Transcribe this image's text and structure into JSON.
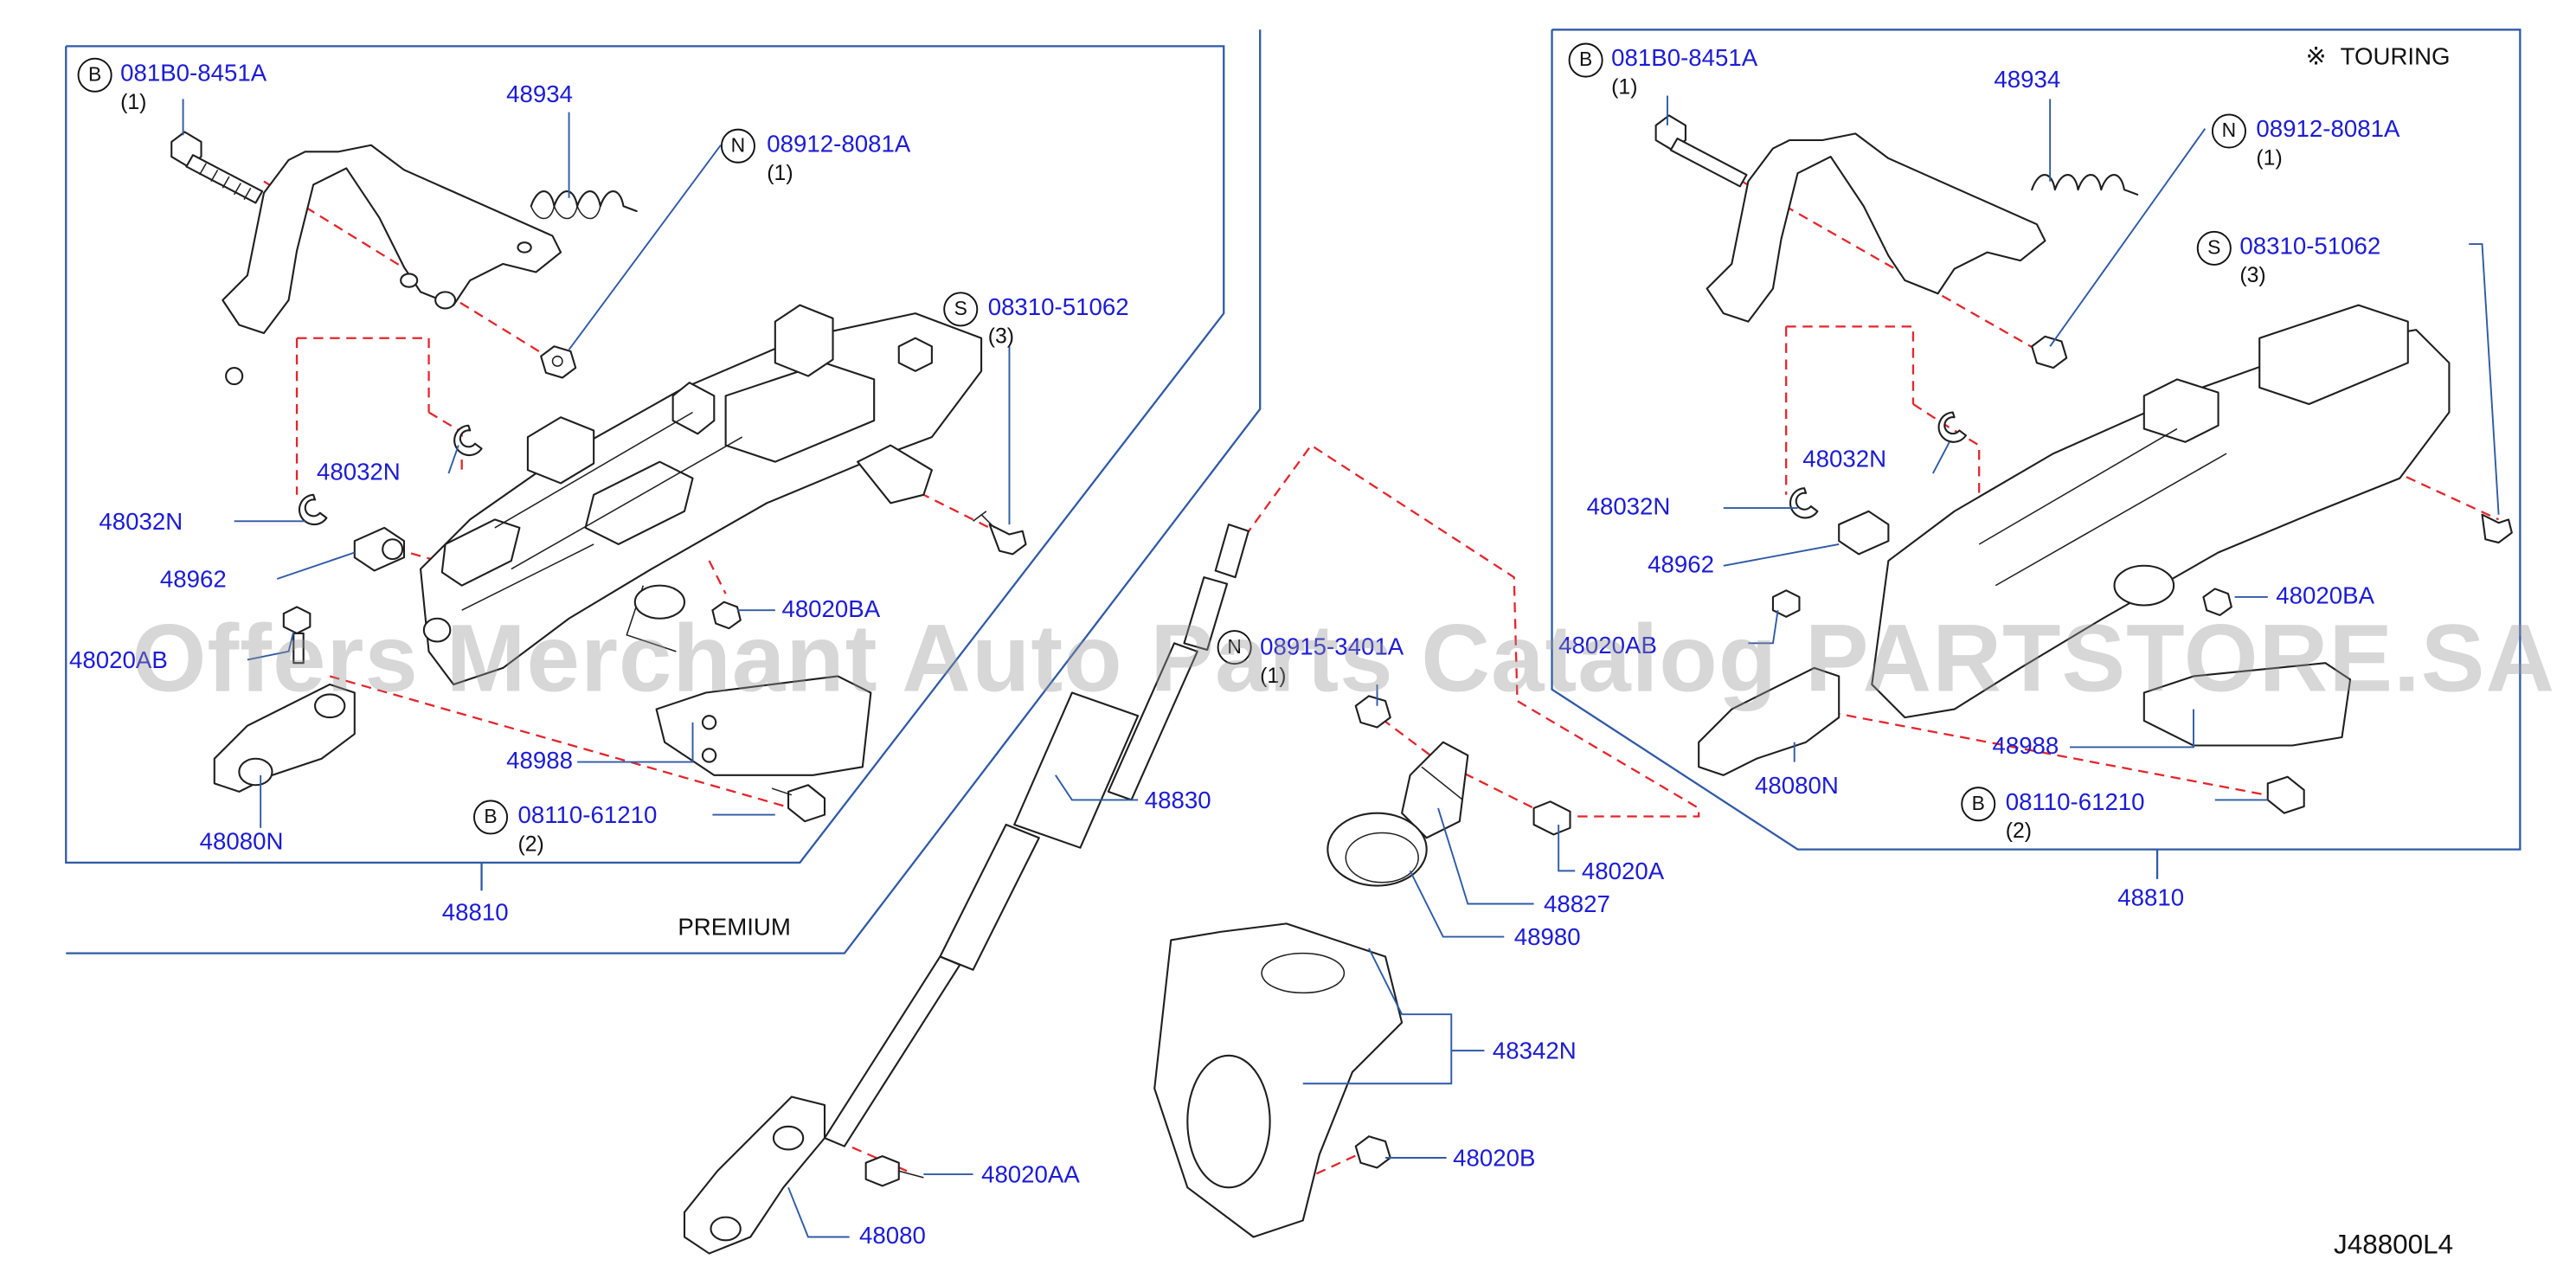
{
  "watermark": "Offers Merchant Auto Parts Catalog PARTSTORE.SA",
  "diagram_code": "J48800L4",
  "premium_panel": {
    "label": "PREMIUM",
    "assembly": "48810",
    "bolt_b": {
      "symbol": "B",
      "part": "081B0-8451A",
      "qty": "(1)"
    },
    "spring": "48934",
    "nut_n": {
      "symbol": "N",
      "part": "08912-8081A",
      "qty": "(1)"
    },
    "screw_s": {
      "symbol": "S",
      "part": "08310-51062",
      "qty": "(3)"
    },
    "clip_upper": "48032N",
    "clip_lower": "48032N",
    "spacer": "48962",
    "bolt_ab": "48020AB",
    "bolt_ba": "48020BA",
    "joint": "48080N",
    "bracket": "48988",
    "bolt_b2": {
      "symbol": "B",
      "part": "08110-61210",
      "qty": "(2)"
    }
  },
  "touring_panel": {
    "label": "TOURING",
    "label_symbol": "※",
    "assembly": "48810",
    "bolt_b": {
      "symbol": "B",
      "part": "081B0-8451A",
      "qty": "(1)"
    },
    "spring": "48934",
    "nut_n": {
      "symbol": "N",
      "part": "08912-8081A",
      "qty": "(1)"
    },
    "screw_s": {
      "symbol": "S",
      "part": "08310-51062",
      "qty": "(3)"
    },
    "clip_upper": "48032N",
    "clip_lower": "48032N",
    "spacer": "48962",
    "bolt_ba": "48020BA",
    "bolt_ab": "48020AB",
    "joint": "48080N",
    "bracket": "48988",
    "bolt_b2": {
      "symbol": "B",
      "part": "08110-61210",
      "qty": "(2)"
    }
  },
  "center": {
    "shaft": "48830",
    "nut_n": {
      "symbol": "N",
      "part": "08915-3401A",
      "qty": "(1)"
    },
    "bolt_a": "48020A",
    "seal": "48827",
    "boot": "48980",
    "cover": "48342N",
    "nut_b": "48020B",
    "bolt_aa": "48020AA",
    "lower_joint": "48080"
  },
  "colors": {
    "label_blue": "#1b1bd6",
    "leader_blue": "#2f5aa6",
    "dash_red": "#e4252b",
    "ink": "#1f1f1f"
  }
}
